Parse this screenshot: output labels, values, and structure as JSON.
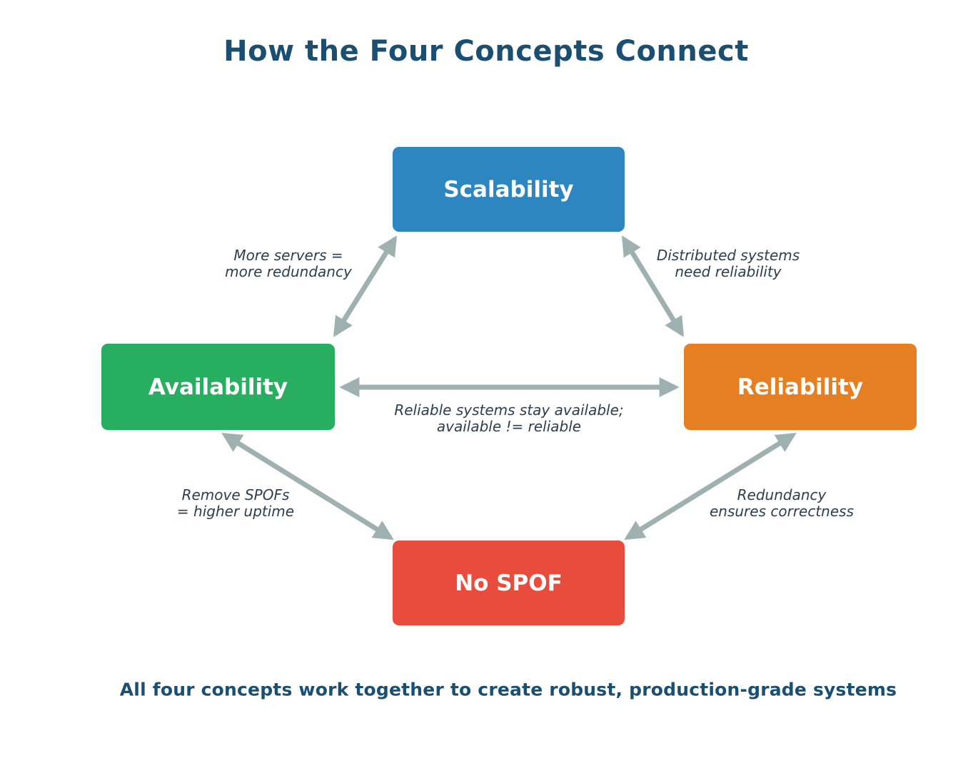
{
  "title": "How the Four Concepts Connect",
  "caption": "All four concepts work together to create robust, production-grade systems",
  "nodes": [
    {
      "id": "scalability",
      "label": "Scalability",
      "color": "#2E86C1"
    },
    {
      "id": "availability",
      "label": "Availability",
      "color": "#27AE60"
    },
    {
      "id": "reliability",
      "label": "Reliability",
      "color": "#E67E22"
    },
    {
      "id": "nospof",
      "label": "No SPOF",
      "color": "#E74C3C"
    }
  ],
  "edges": [
    {
      "id": "availability-scalability",
      "style": "bidirectional-arrow",
      "label_line1": "More servers =",
      "label_line2": "more redundancy"
    },
    {
      "id": "scalability-reliability",
      "style": "bidirectional-arrow",
      "label_line1": "Distributed systems",
      "label_line2": "need reliability"
    },
    {
      "id": "availability-reliability",
      "style": "bidirectional-arrow",
      "label_line1": "Reliable systems stay available;",
      "label_line2": "available != reliable"
    },
    {
      "id": "availability-nospof",
      "style": "bidirectional-arrow",
      "label_line1": "Remove SPOFs",
      "label_line2": "= higher uptime"
    },
    {
      "id": "nospof-reliability",
      "style": "bidirectional-arrow",
      "label_line1": "Redundancy",
      "label_line2": "ensures correctness"
    }
  ],
  "colors": {
    "heading": "#1B4F72",
    "edge_label": "#2C3E50",
    "arrow": "#9FB0B0",
    "node_text": "#FFFFFF",
    "background": "#FFFFFF"
  }
}
